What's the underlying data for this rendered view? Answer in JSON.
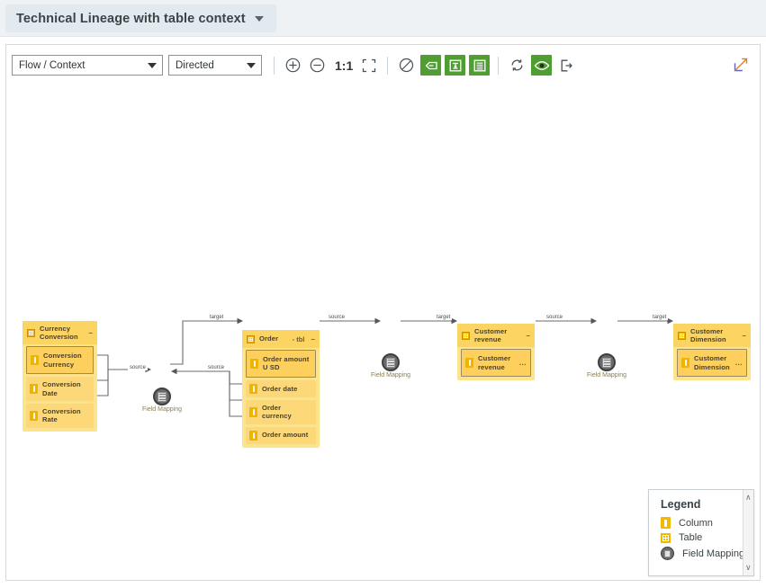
{
  "header": {
    "title": "Technical Lineage with table context",
    "caret_icon": "chevron-down-icon"
  },
  "toolbar": {
    "flow_select": {
      "value": "Flow / Context",
      "icon": "chevron-down-icon"
    },
    "direction_select": {
      "value": "Directed",
      "icon": "chevron-down-icon"
    },
    "zoom_in": "zoom-in-icon",
    "zoom_out": "zoom-out-icon",
    "zoom_ratio": "1:1",
    "fit_screen": "fit-screen-icon",
    "no_filter": "no-filter-icon",
    "show_labels": "label-icon",
    "show_image": "image-icon",
    "show_list": "list-icon",
    "refresh": "refresh-icon",
    "visibility": "eye-icon",
    "export": "export-icon",
    "open_new_window": "open-external-icon",
    "active_color": "#4f9e32"
  },
  "graph": {
    "nodes": [
      {
        "id": "currency-conversion",
        "type": "table",
        "title": "Currency Conversion",
        "suffix": "",
        "collapse": "–",
        "columns": [
          {
            "label": "Conversion Currency",
            "selected": true,
            "ellipsis": ""
          },
          {
            "label": "Conversion Date",
            "selected": false,
            "ellipsis": ""
          },
          {
            "label": "Conversion Rate",
            "selected": false,
            "ellipsis": ""
          }
        ]
      },
      {
        "id": "order",
        "type": "table",
        "title": "Order",
        "suffix": "- tbl",
        "collapse": "–",
        "columns": [
          {
            "label": "Order amount U SD",
            "selected": true,
            "ellipsis": ""
          },
          {
            "label": "Order date",
            "selected": false,
            "ellipsis": ""
          },
          {
            "label": "Order currency",
            "selected": false,
            "ellipsis": ""
          },
          {
            "label": "Order amount",
            "selected": false,
            "ellipsis": ""
          }
        ]
      },
      {
        "id": "customer-revenue",
        "type": "table",
        "title": "Customer revenue",
        "suffix": "",
        "collapse": "–",
        "columns": [
          {
            "label": "Customer revenue",
            "selected": true,
            "ellipsis": "..."
          }
        ]
      },
      {
        "id": "customer-dimension",
        "type": "table",
        "title": "Customer Dimension",
        "suffix": "",
        "collapse": "–",
        "columns": [
          {
            "label": "Customer Dimension",
            "selected": true,
            "ellipsis": "..."
          }
        ]
      }
    ],
    "mappings": [
      {
        "id": "fm-1",
        "label": "Field Mapping"
      },
      {
        "id": "fm-2",
        "label": "Field Mapping"
      },
      {
        "id": "fm-3",
        "label": "Field Mapping"
      }
    ],
    "edge_labels": {
      "source": "source",
      "target": "target"
    },
    "colors": {
      "table_header": "#fcd462",
      "table_body": "#fde38c",
      "column": "#fdd878",
      "column_selected": "#fdcf5d",
      "icon": "#f0b400",
      "mapping_node": "#6a6a6a"
    }
  },
  "legend": {
    "title": "Legend",
    "items": [
      {
        "icon": "column-icon",
        "label": "Column"
      },
      {
        "icon": "table-icon",
        "label": "Table"
      },
      {
        "icon": "field-mapping-icon",
        "label": "Field Mapping"
      }
    ],
    "scroll_up": "∧",
    "scroll_down": "∨"
  }
}
